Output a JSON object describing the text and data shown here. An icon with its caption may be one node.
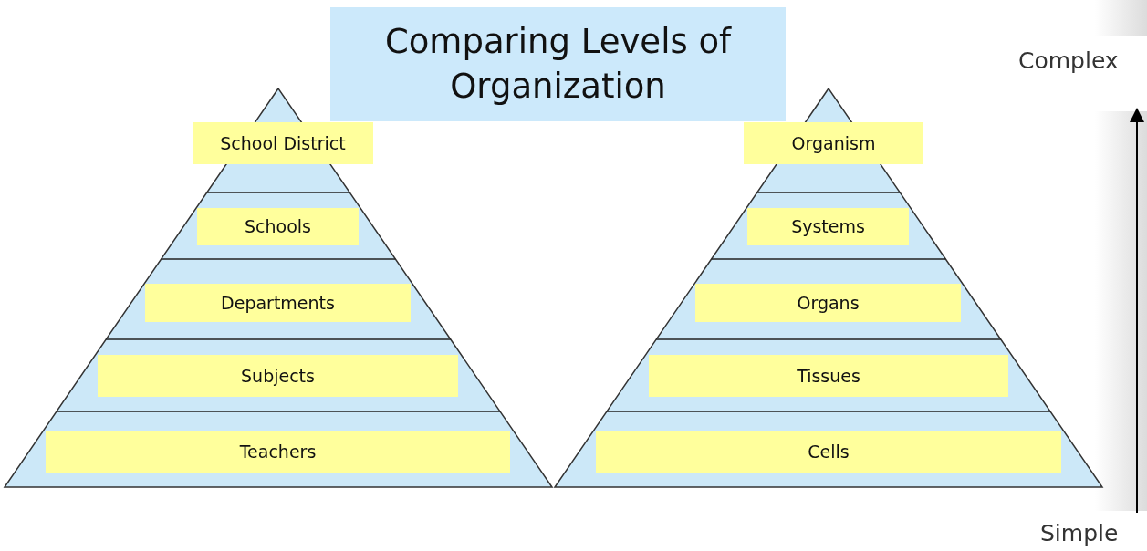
{
  "diagram": {
    "title": "Comparing Levels of Organization",
    "nodes": [
      {
        "text": [
          "School District"
        ]
      },
      {
        "text": [
          "Schools"
        ]
      },
      {
        "text": [
          "Departments"
        ]
      },
      {
        "text": [
          "Subjects"
        ]
      },
      {
        "text": [
          "Teachers"
        ]
      },
      {
        "text": [
          "Organism"
        ]
      },
      {
        "text": [
          "Systems"
        ]
      },
      {
        "text": [
          "Organs"
        ]
      },
      {
        "text": [
          "Tissues"
        ]
      },
      {
        "text": [
          "Cells"
        ]
      }
    ],
    "labels": [
      "Complex",
      "Simple"
    ]
  }
}
